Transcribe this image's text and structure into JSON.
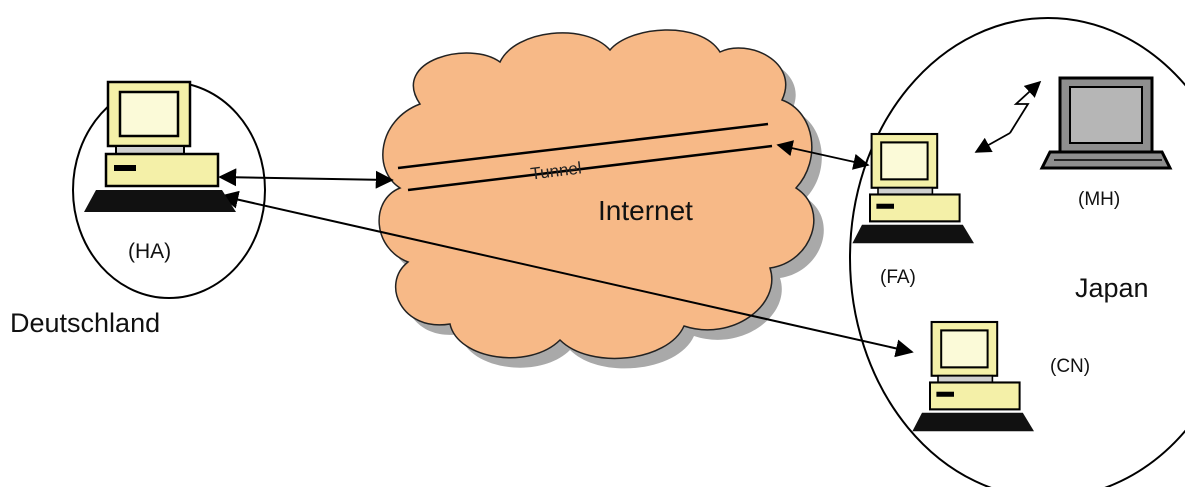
{
  "labels": {
    "home_agent": "(HA)",
    "home_region": "Deutschland",
    "cloud": "Internet",
    "tunnel": "Tunnel",
    "foreign_agent": "(FA)",
    "mobile_host": "(MH)",
    "correspondent_node": "(CN)",
    "foreign_region": "Japan"
  },
  "icons": {
    "home_agent": "desktop-computer-icon",
    "foreign_agent": "desktop-computer-icon",
    "correspondent_node": "desktop-computer-icon",
    "mobile_host": "laptop-icon",
    "wireless_link": "lightning-bolt-icon"
  },
  "colors": {
    "cloud_fill": "#f7b987",
    "cloud_shadow": "#a9a9a9",
    "monitor_case": "#f4f0a8",
    "monitor_screen": "#fbfad8",
    "laptop_case": "#8e8e8e",
    "laptop_screen": "#b6b6b6",
    "outline": "#000000"
  }
}
